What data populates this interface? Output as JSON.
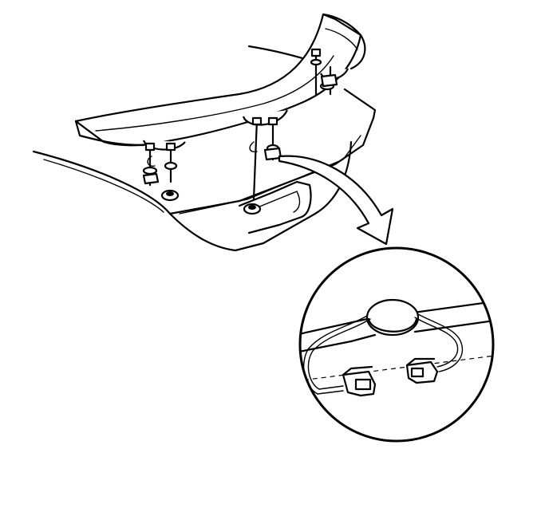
{
  "diagram": {
    "parts": [
      "rear-spoiler",
      "trunk-lid",
      "mounting-studs",
      "washers",
      "nuts",
      "wiring-harness",
      "high-mount-stop-lamp-connectors"
    ],
    "detail_callout": "wiring-connector-detail",
    "colors": {
      "line": "#000000",
      "background": "#ffffff"
    }
  }
}
